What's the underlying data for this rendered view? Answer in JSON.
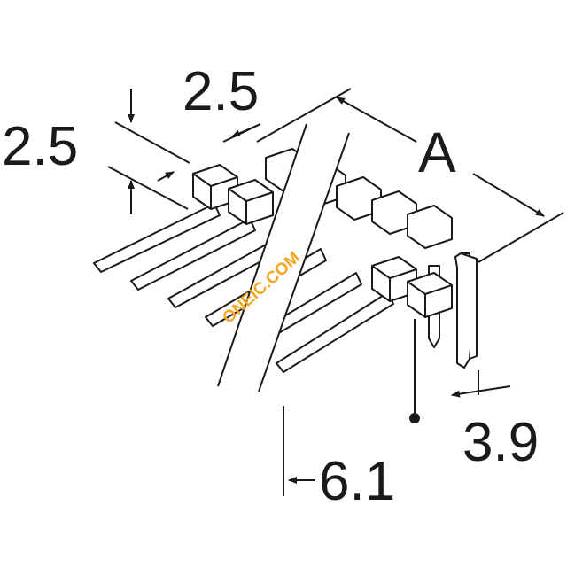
{
  "dimensions": {
    "pitch_horizontal": "2.5",
    "pitch_vertical": "2.5",
    "length_a": "A",
    "tail_length": "3.9",
    "pin_length": "6.1"
  },
  "watermark": {
    "text": "ONEIC.COM",
    "color": "#f5a623"
  },
  "colors": {
    "line": "#1a1a1a",
    "background": "#ffffff"
  }
}
